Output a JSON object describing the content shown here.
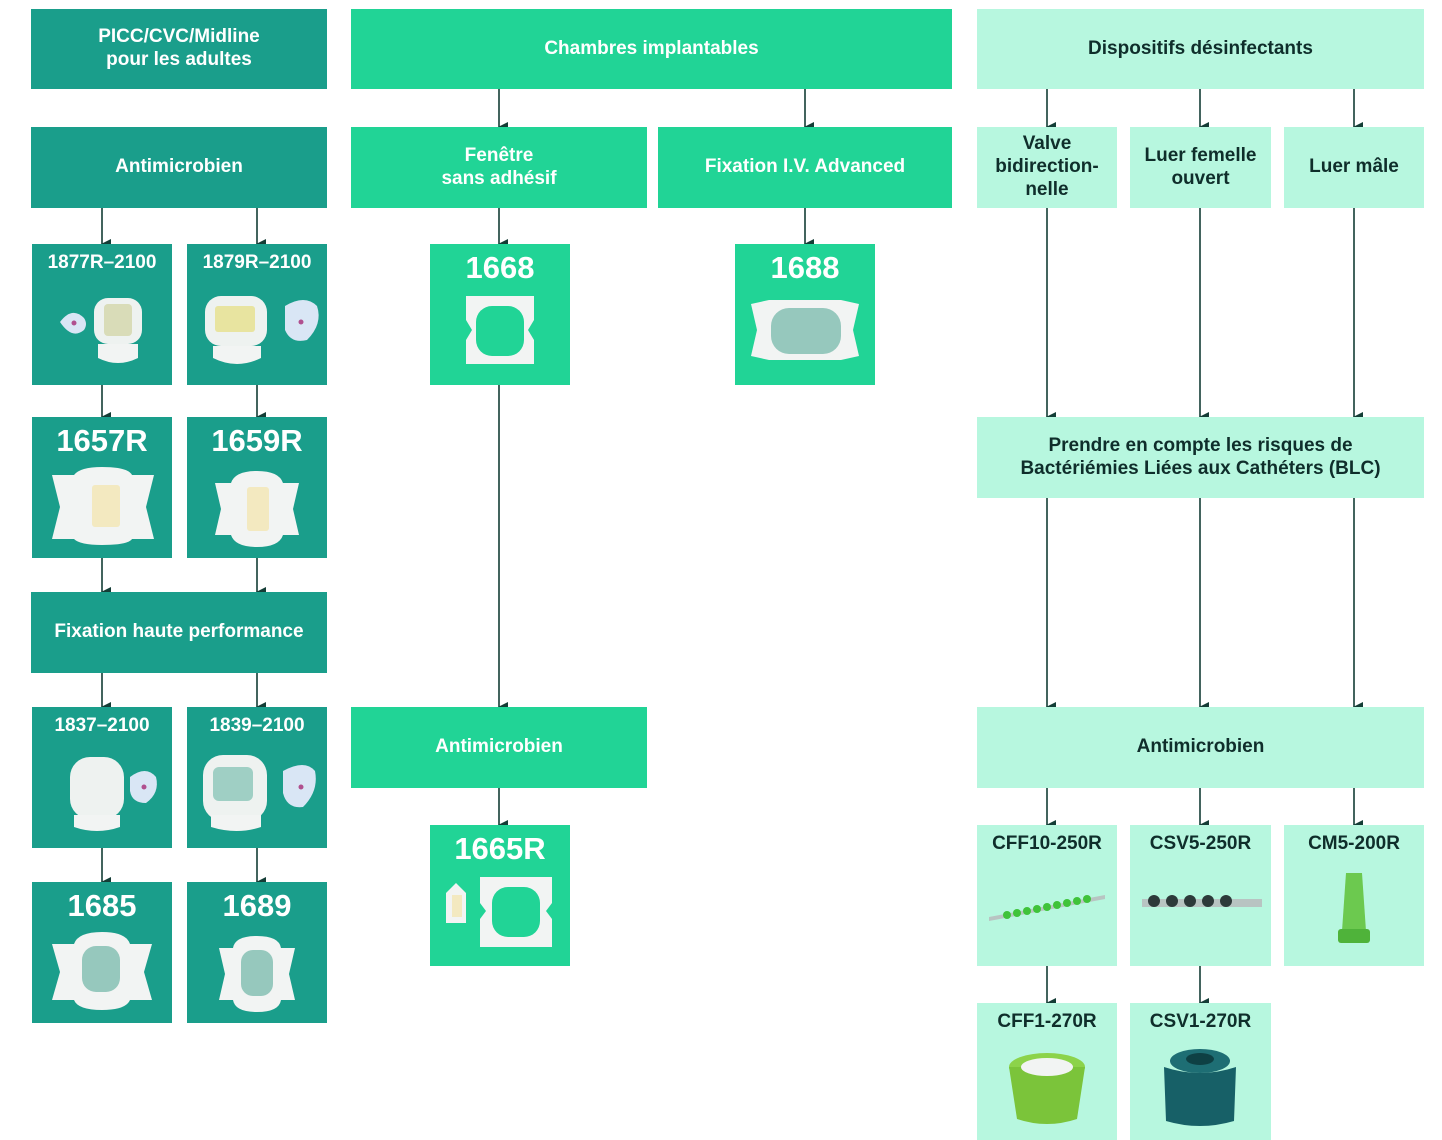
{
  "colors": {
    "dark_teal": "#1a9e8b",
    "green": "#21d496",
    "mint": "#b7f7df",
    "arrow": "#143d36"
  },
  "col1": {
    "header": "PICC/CVC/Midline\npour les adultes",
    "antimicrobien": "Antimicrobien",
    "products_row1": [
      "1877R–2100",
      "1879R–2100"
    ],
    "products_row2": [
      "1657R",
      "1659R"
    ],
    "fixation": "Fixation haute performance",
    "products_row3": [
      "1837–2100",
      "1839–2100"
    ],
    "products_row4": [
      "1685",
      "1689"
    ]
  },
  "col2": {
    "header": "Chambres implantables",
    "fenetre": "Fenêtre\nsans adhésif",
    "fixation_iv": "Fixation I.V. Advanced",
    "product_1668": "1668",
    "product_1688": "1688",
    "antimicrobien": "Antimicrobien",
    "product_1665r": "1665R"
  },
  "col3": {
    "header": "Dispositifs désinfectants",
    "valve": "Valve\nbidirection-\nnelle",
    "luer_femelle": "Luer femelle\nouvert",
    "luer_male": "Luer mâle",
    "risques": "Prendre en compte les risques de\nBactériémies Liées aux Cathéters (BLC)",
    "antimicrobien": "Antimicrobien",
    "products_row1": [
      "CFF10-250R",
      "CSV5-250R",
      "CM5-200R"
    ],
    "products_row2": [
      "CFF1-270R",
      "CSV1-270R"
    ]
  }
}
